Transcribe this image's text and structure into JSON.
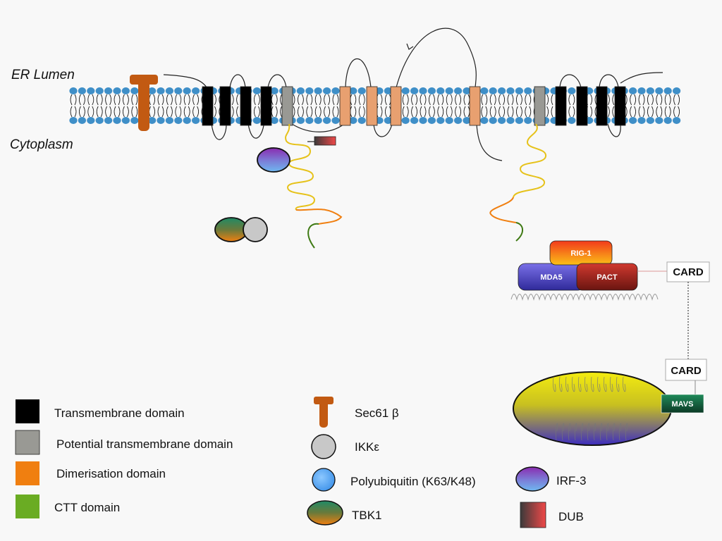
{
  "compartments": {
    "lumen": "ER Lumen",
    "cytoplasm": "Cytoplasm"
  },
  "complex": {
    "rig1": "RIG-1",
    "mda5": "MDA5",
    "pact": "PACT",
    "card_top": "CARD",
    "card_bottom": "CARD",
    "mavs": "MAVS"
  },
  "legend_left": [
    {
      "label": "Transmembrane domain",
      "color": "#000000"
    },
    {
      "label": "Potential transmembrane domain",
      "color": "#999994"
    },
    {
      "label": "Dimerisation domain",
      "color": "#f07f10"
    },
    {
      "label": "CTT domain",
      "color": "#6aac23"
    }
  ],
  "legend_mid": [
    {
      "label": "Sec61 β",
      "icon": "sec61-icon"
    },
    {
      "label": "IKKε",
      "icon": "ikke-icon"
    },
    {
      "label": "Polyubiquitin (K63/K48)",
      "icon": "polyubiquitin-icon"
    },
    {
      "label": "TBK1",
      "icon": "tbk1-icon"
    }
  ],
  "legend_right": [
    {
      "label": "IRF-3",
      "icon": "irf3-icon"
    },
    {
      "label": "DUB",
      "icon": "dub-icon"
    }
  ],
  "colors": {
    "lipid_head": "#3f8fc8",
    "sec61": "#c25a12",
    "tm_orange": "#e8a070",
    "tm_grey": "#999994",
    "chain_yellow": "#e6c21a"
  }
}
